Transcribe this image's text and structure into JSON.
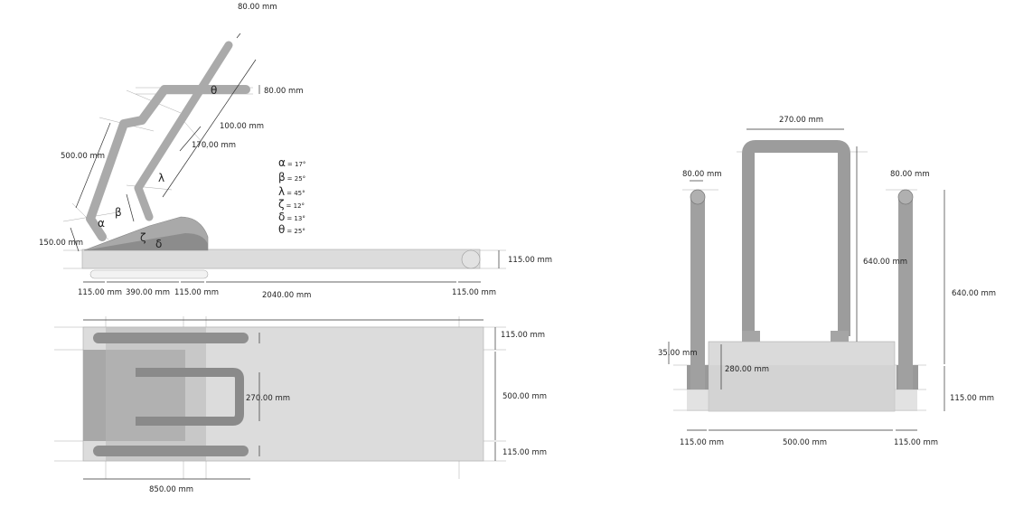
{
  "side_view": {
    "labels": {
      "top_tube_width": "80.00 mm",
      "handlebar_height": "80.00 mm",
      "upper_length": "100.00 mm",
      "mid_length": "170.00 mm",
      "rear_upright_length": "500.00 mm",
      "lower_length": "150.00 mm",
      "roller_height": "115.00 mm",
      "bottom_115_left": "115.00 mm",
      "bottom_390": "390.00 mm",
      "bottom_115_mid": "115.00 mm",
      "total_length": "2040.00 mm",
      "bottom_115_right": "115.00 mm"
    },
    "angle_marks": {
      "alpha": "α",
      "beta": "β",
      "lambda": "λ",
      "zeta": "ζ",
      "delta": "δ",
      "theta": "θ"
    },
    "angles": [
      {
        "symbol": "α",
        "value": "= 17°"
      },
      {
        "symbol": "β",
        "value": "= 25°"
      },
      {
        "symbol": "λ",
        "value": "= 45°"
      },
      {
        "symbol": "ζ",
        "value": "= 12°"
      },
      {
        "symbol": "δ",
        "value": "= 13°"
      },
      {
        "symbol": "θ",
        "value": "= 25°"
      }
    ]
  },
  "top_view": {
    "labels": {
      "rail_top": "115.00 mm",
      "handle_width": "270.00 mm",
      "deck_width": "500.00 mm",
      "rail_bottom": "115.00 mm",
      "frame_length": "850.00 mm"
    }
  },
  "front_view": {
    "labels": {
      "handle_span": "270.00 mm",
      "post_left_diam": "80.00 mm",
      "post_right_diam": "80.00 mm",
      "handle_height": "640.00 mm",
      "post_height": "640.00 mm",
      "step": "35.00 mm",
      "base_height": "280.00 mm",
      "foot_height": "115.00 mm",
      "bottom_left": "115.00 mm",
      "bottom_mid": "500.00 mm",
      "bottom_right": "115.00 mm"
    }
  }
}
